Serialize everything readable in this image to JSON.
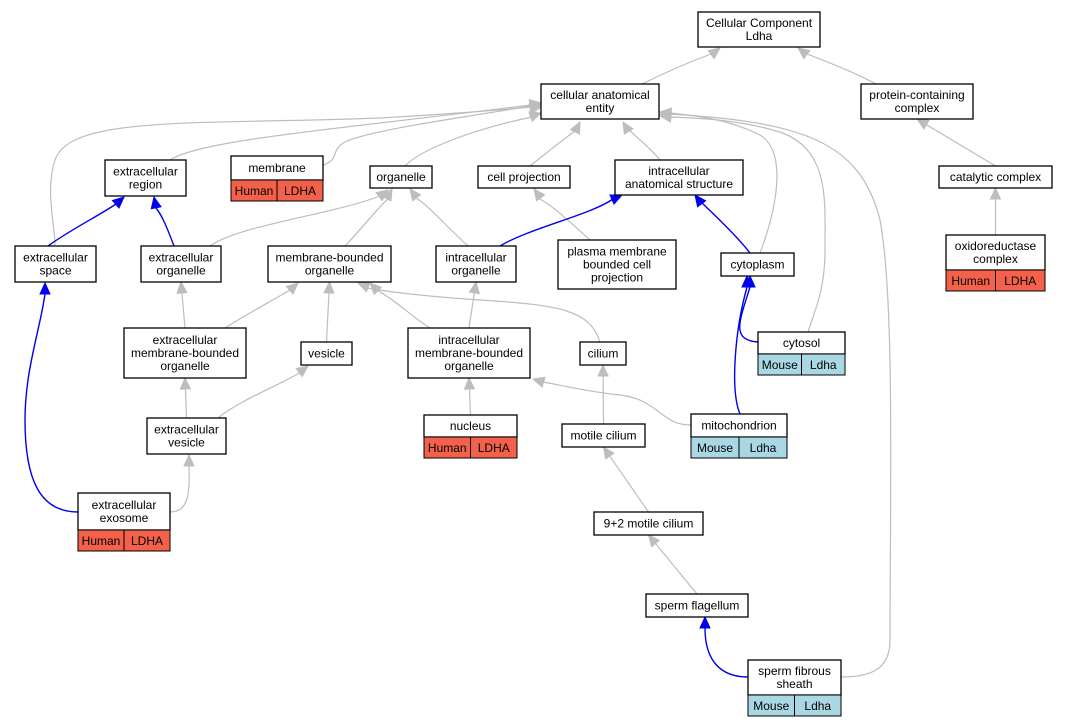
{
  "colors": {
    "edge_default": "#bdbdbd",
    "edge_highlight": "#0000ee",
    "human": "#f4614a",
    "mouse": "#a9d7e3"
  },
  "graph": {
    "nodes": [
      {
        "id": "cellular-component-ldha",
        "lines": [
          "Cellular Component",
          "Ldha"
        ]
      },
      {
        "id": "cellular-anatomical-entity",
        "lines": [
          "cellular anatomical",
          "entity"
        ]
      },
      {
        "id": "protein-containing-complex",
        "lines": [
          "protein-containing",
          "complex"
        ]
      },
      {
        "id": "extracellular-region",
        "lines": [
          "extracellular",
          "region"
        ]
      },
      {
        "id": "membrane",
        "lines": [
          "membrane"
        ],
        "tag": {
          "left": "Human",
          "right": "LDHA",
          "species": "human"
        }
      },
      {
        "id": "organelle",
        "lines": [
          "organelle"
        ]
      },
      {
        "id": "cell-projection",
        "lines": [
          "cell projection"
        ]
      },
      {
        "id": "intracellular-anatomical-structure",
        "lines": [
          "intracellular",
          "anatomical structure"
        ]
      },
      {
        "id": "catalytic-complex",
        "lines": [
          "catalytic complex"
        ]
      },
      {
        "id": "extracellular-space",
        "lines": [
          "extracellular",
          "space"
        ]
      },
      {
        "id": "extracellular-organelle",
        "lines": [
          "extracellular",
          "organelle"
        ]
      },
      {
        "id": "membrane-bounded-organelle",
        "lines": [
          "membrane-bounded",
          "organelle"
        ]
      },
      {
        "id": "intracellular-organelle",
        "lines": [
          "intracellular",
          "organelle"
        ]
      },
      {
        "id": "plasma-membrane-bounded-cell-projection",
        "lines": [
          "plasma membrane",
          "bounded cell",
          "projection"
        ]
      },
      {
        "id": "cytoplasm",
        "lines": [
          "cytoplasm"
        ]
      },
      {
        "id": "oxidoreductase-complex",
        "lines": [
          "oxidoreductase",
          "complex"
        ],
        "tag": {
          "left": "Human",
          "right": "LDHA",
          "species": "human"
        }
      },
      {
        "id": "cytosol",
        "lines": [
          "cytosol"
        ],
        "tag": {
          "left": "Mouse",
          "right": "Ldha",
          "species": "mouse"
        }
      },
      {
        "id": "extracellular-membrane-bounded-organelle",
        "lines": [
          "extracellular",
          "membrane-bounded",
          "organelle"
        ]
      },
      {
        "id": "vesicle",
        "lines": [
          "vesicle"
        ]
      },
      {
        "id": "intracellular-membrane-bounded-organelle",
        "lines": [
          "intracellular",
          "membrane-bounded",
          "organelle"
        ]
      },
      {
        "id": "cilium",
        "lines": [
          "cilium"
        ]
      },
      {
        "id": "extracellular-vesicle",
        "lines": [
          "extracellular",
          "vesicle"
        ]
      },
      {
        "id": "nucleus",
        "lines": [
          "nucleus"
        ],
        "tag": {
          "left": "Human",
          "right": "LDHA",
          "species": "human"
        }
      },
      {
        "id": "motile-cilium",
        "lines": [
          "motile cilium"
        ]
      },
      {
        "id": "mitochondrion",
        "lines": [
          "mitochondrion"
        ],
        "tag": {
          "left": "Mouse",
          "right": "Ldha",
          "species": "mouse"
        }
      },
      {
        "id": "extracellular-exosome",
        "lines": [
          "extracellular",
          "exosome"
        ],
        "tag": {
          "left": "Human",
          "right": "LDHA",
          "species": "human"
        }
      },
      {
        "id": "9-2-motile-cilium",
        "lines": [
          "9+2 motile cilium"
        ]
      },
      {
        "id": "sperm-flagellum",
        "lines": [
          "sperm flagellum"
        ]
      },
      {
        "id": "sperm-fibrous-sheath",
        "lines": [
          "sperm fibrous",
          "sheath"
        ],
        "tag": {
          "left": "Mouse",
          "right": "Ldha",
          "species": "mouse"
        }
      }
    ],
    "edges": [
      {
        "from": "cellular-anatomical-entity",
        "to": "cellular-component-ldha",
        "highlight": false
      },
      {
        "from": "protein-containing-complex",
        "to": "cellular-component-ldha",
        "highlight": false
      },
      {
        "from": "extracellular-region",
        "to": "cellular-anatomical-entity",
        "highlight": false
      },
      {
        "from": "membrane",
        "to": "cellular-anatomical-entity",
        "highlight": false
      },
      {
        "from": "organelle",
        "to": "cellular-anatomical-entity",
        "highlight": false
      },
      {
        "from": "cell-projection",
        "to": "cellular-anatomical-entity",
        "highlight": false
      },
      {
        "from": "intracellular-anatomical-structure",
        "to": "cellular-anatomical-entity",
        "highlight": false
      },
      {
        "from": "extracellular-space",
        "to": "cellular-anatomical-entity",
        "highlight": false
      },
      {
        "from": "cytoplasm",
        "to": "cellular-anatomical-entity",
        "highlight": false
      },
      {
        "from": "cytosol",
        "to": "cellular-anatomical-entity",
        "highlight": false
      },
      {
        "from": "sperm-fibrous-sheath",
        "to": "cellular-anatomical-entity",
        "highlight": false
      },
      {
        "from": "catalytic-complex",
        "to": "protein-containing-complex",
        "highlight": false
      },
      {
        "from": "oxidoreductase-complex",
        "to": "catalytic-complex",
        "highlight": false
      },
      {
        "from": "extracellular-space",
        "to": "extracellular-region",
        "highlight": true
      },
      {
        "from": "extracellular-organelle",
        "to": "extracellular-region",
        "highlight": true
      },
      {
        "from": "extracellular-organelle",
        "to": "organelle",
        "highlight": false
      },
      {
        "from": "membrane-bounded-organelle",
        "to": "organelle",
        "highlight": false
      },
      {
        "from": "intracellular-organelle",
        "to": "organelle",
        "highlight": false
      },
      {
        "from": "plasma-membrane-bounded-cell-projection",
        "to": "cell-projection",
        "highlight": false
      },
      {
        "from": "intracellular-organelle",
        "to": "intracellular-anatomical-structure",
        "highlight": true
      },
      {
        "from": "cytoplasm",
        "to": "intracellular-anatomical-structure",
        "highlight": true
      },
      {
        "from": "extracellular-membrane-bounded-organelle",
        "to": "extracellular-organelle",
        "highlight": false
      },
      {
        "from": "extracellular-membrane-bounded-organelle",
        "to": "membrane-bounded-organelle",
        "highlight": false
      },
      {
        "from": "vesicle",
        "to": "membrane-bounded-organelle",
        "highlight": false
      },
      {
        "from": "intracellular-membrane-bounded-organelle",
        "to": "membrane-bounded-organelle",
        "highlight": false
      },
      {
        "from": "cilium",
        "to": "membrane-bounded-organelle",
        "highlight": false
      },
      {
        "from": "intracellular-membrane-bounded-organelle",
        "to": "intracellular-organelle",
        "highlight": false
      },
      {
        "from": "cytosol",
        "to": "cytoplasm",
        "highlight": true
      },
      {
        "from": "mitochondrion",
        "to": "cytoplasm",
        "highlight": true
      },
      {
        "from": "extracellular-vesicle",
        "to": "extracellular-membrane-bounded-organelle",
        "highlight": false
      },
      {
        "from": "extracellular-vesicle",
        "to": "vesicle",
        "highlight": false
      },
      {
        "from": "nucleus",
        "to": "intracellular-membrane-bounded-organelle",
        "highlight": false
      },
      {
        "from": "mitochondrion",
        "to": "intracellular-membrane-bounded-organelle",
        "highlight": false
      },
      {
        "from": "motile-cilium",
        "to": "cilium",
        "highlight": false
      },
      {
        "from": "extracellular-exosome",
        "to": "extracellular-vesicle",
        "highlight": false
      },
      {
        "from": "extracellular-exosome",
        "to": "extracellular-space",
        "highlight": true
      },
      {
        "from": "9-2-motile-cilium",
        "to": "motile-cilium",
        "highlight": false
      },
      {
        "from": "sperm-flagellum",
        "to": "9-2-motile-cilium",
        "highlight": false
      },
      {
        "from": "sperm-fibrous-sheath",
        "to": "sperm-flagellum",
        "highlight": true
      }
    ]
  }
}
